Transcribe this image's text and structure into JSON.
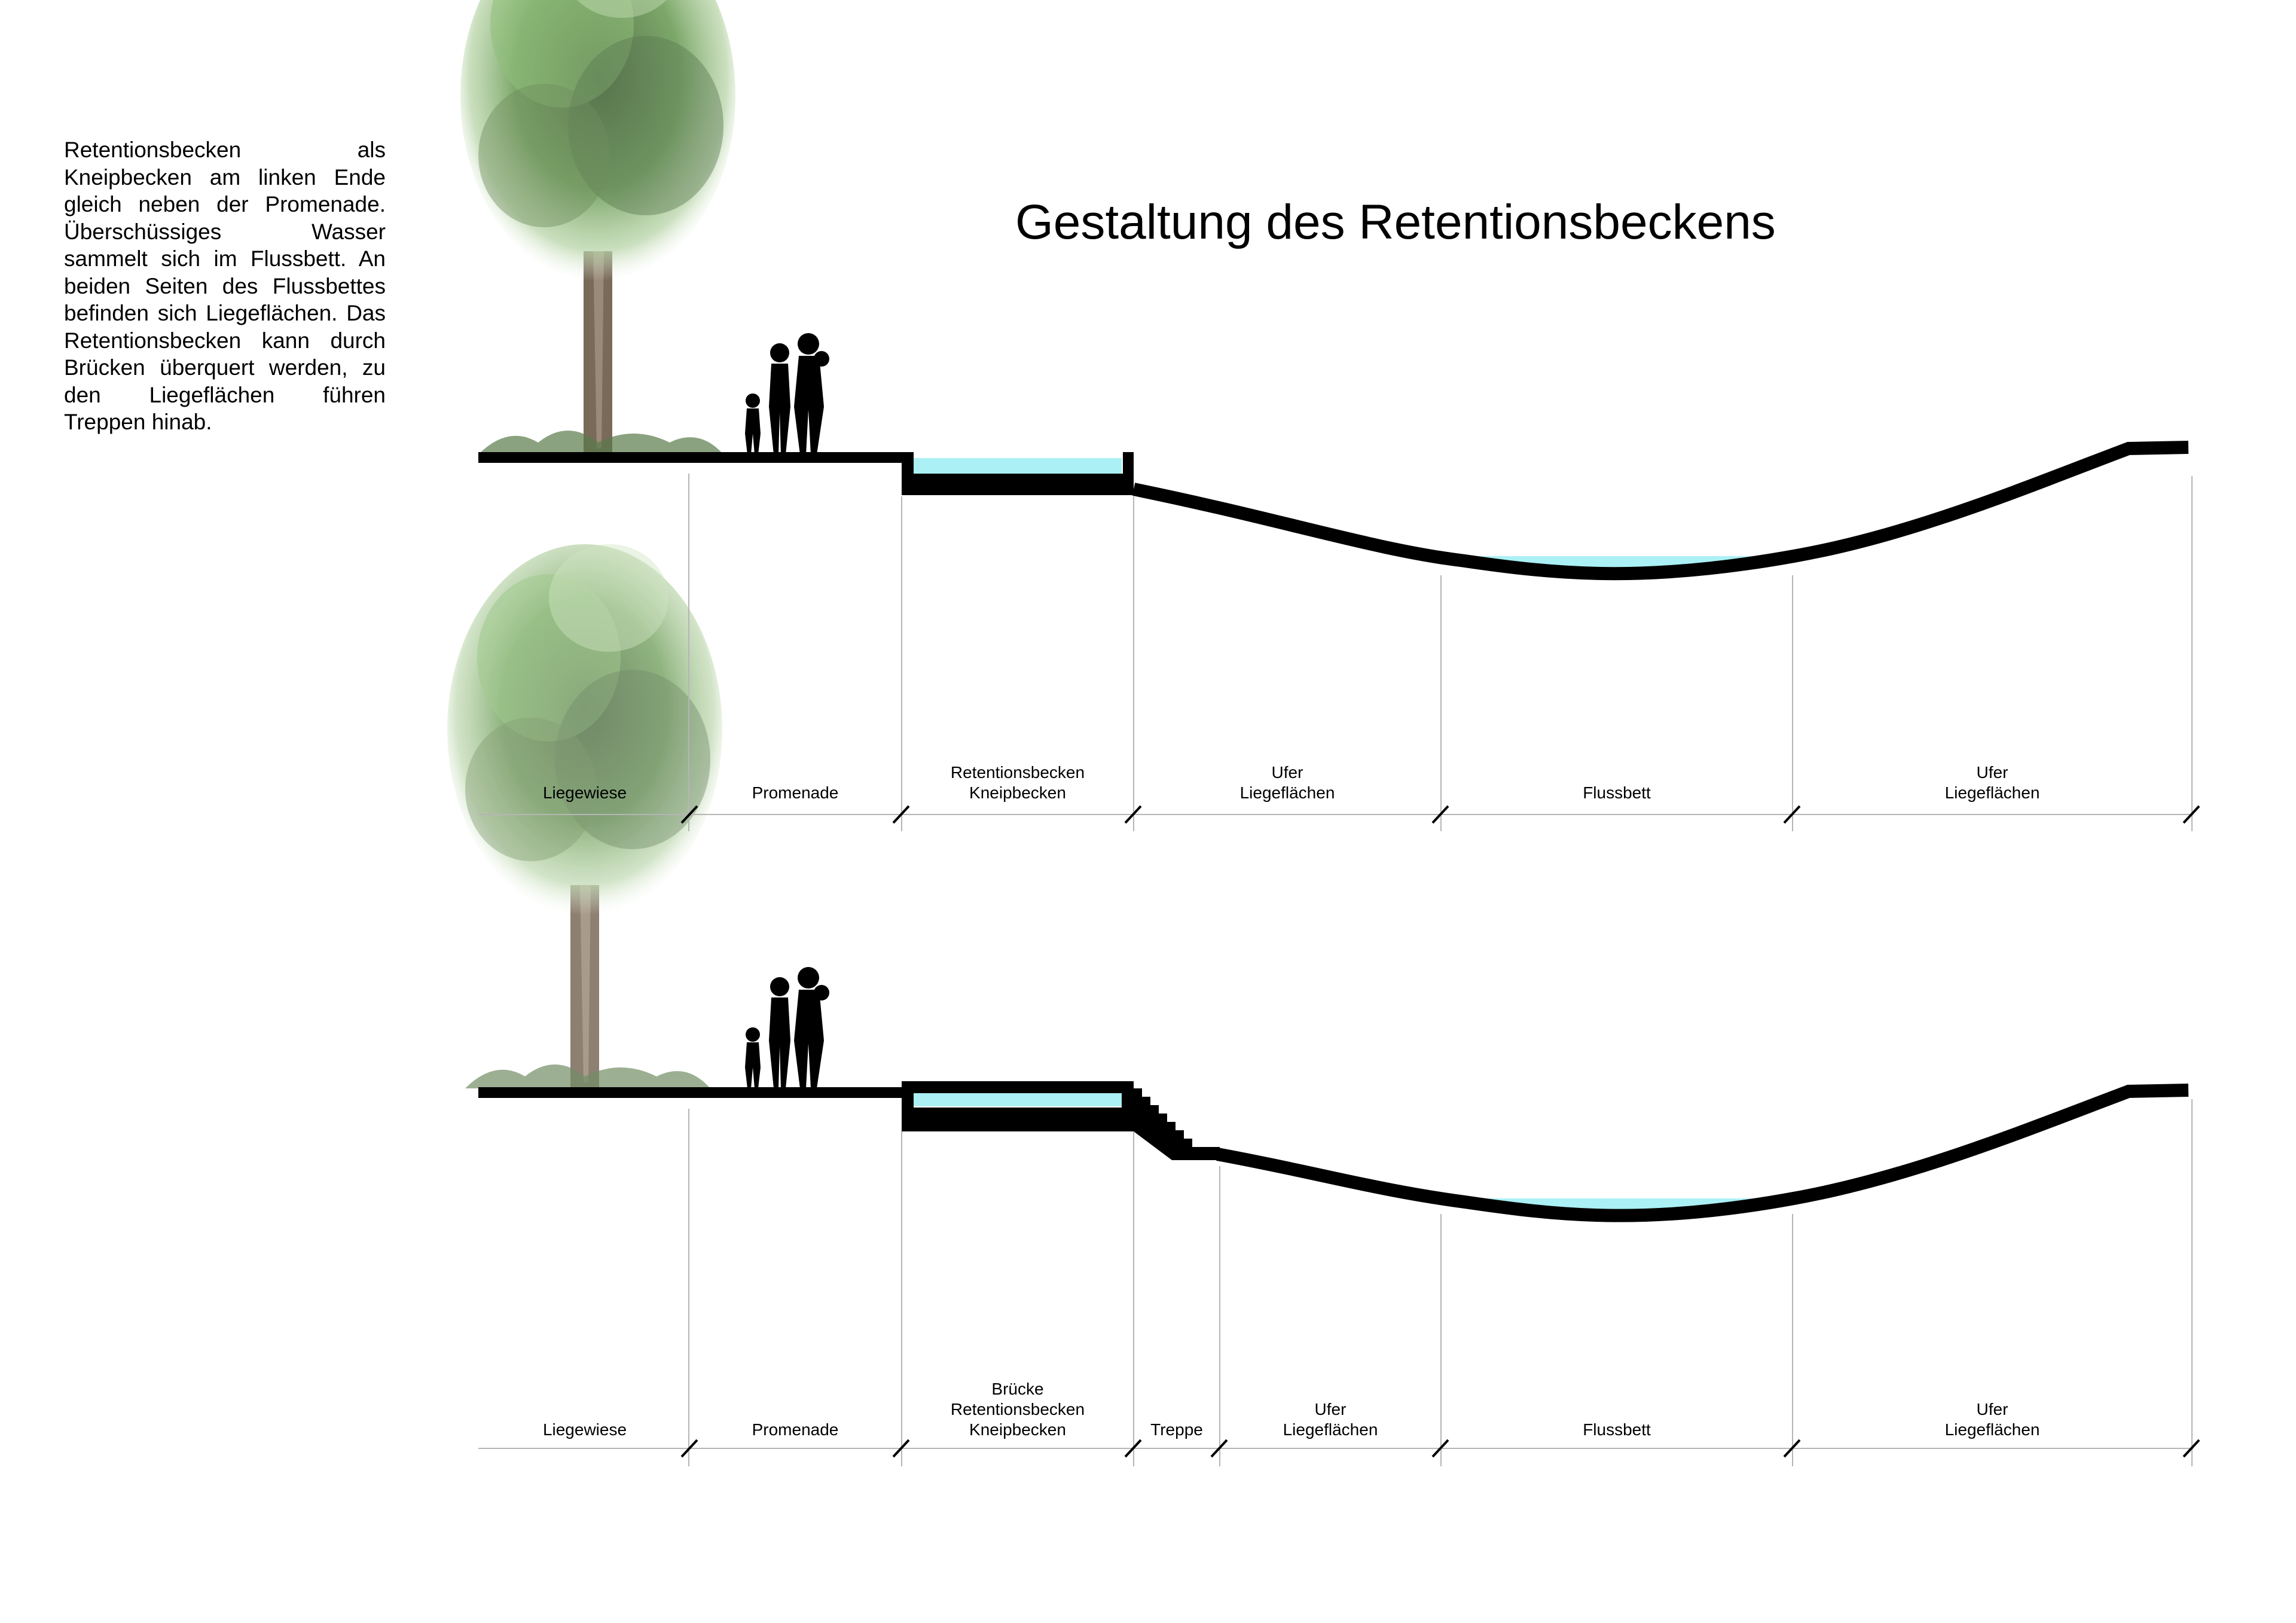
{
  "title": "Gestaltung des Retentionsbeckens",
  "description": "Retentionsbecken als Kneipbecken am linken Ende gleich neben der Promenade. Überschüssiges Wasser sammelt sich im Flussbett. An beiden Seiten des Flussbettes befinden sich Liegeflächen. Das Retentionsbecken kann durch Brücken überquert werden, zu den Liegeflächen führen Treppen hinab.",
  "colors": {
    "water": "#aaf0f4",
    "ground": "#000000",
    "dimension_line": "#b5b5b5"
  },
  "sections": [
    {
      "name": "top-section",
      "zones": [
        {
          "lines": [
            "Liegewiese"
          ]
        },
        {
          "lines": [
            "Promenade"
          ]
        },
        {
          "lines": [
            "Retentionsbecken",
            "Kneipbecken"
          ]
        },
        {
          "lines": [
            "Ufer",
            "Liegeflächen"
          ]
        },
        {
          "lines": [
            "Flussbett"
          ]
        },
        {
          "lines": [
            "Ufer",
            "Liegeflächen"
          ]
        }
      ]
    },
    {
      "name": "bottom-section",
      "zones": [
        {
          "lines": [
            "Liegewiese"
          ]
        },
        {
          "lines": [
            "Promenade"
          ]
        },
        {
          "lines": [
            "Brücke",
            "Retentionsbecken",
            "Kneipbecken"
          ]
        },
        {
          "lines": [
            "Treppe"
          ]
        },
        {
          "lines": [
            "Ufer",
            "Liegeflächen"
          ]
        },
        {
          "lines": [
            "Flussbett"
          ]
        },
        {
          "lines": [
            "Ufer",
            "Liegeflächen"
          ]
        }
      ]
    }
  ]
}
